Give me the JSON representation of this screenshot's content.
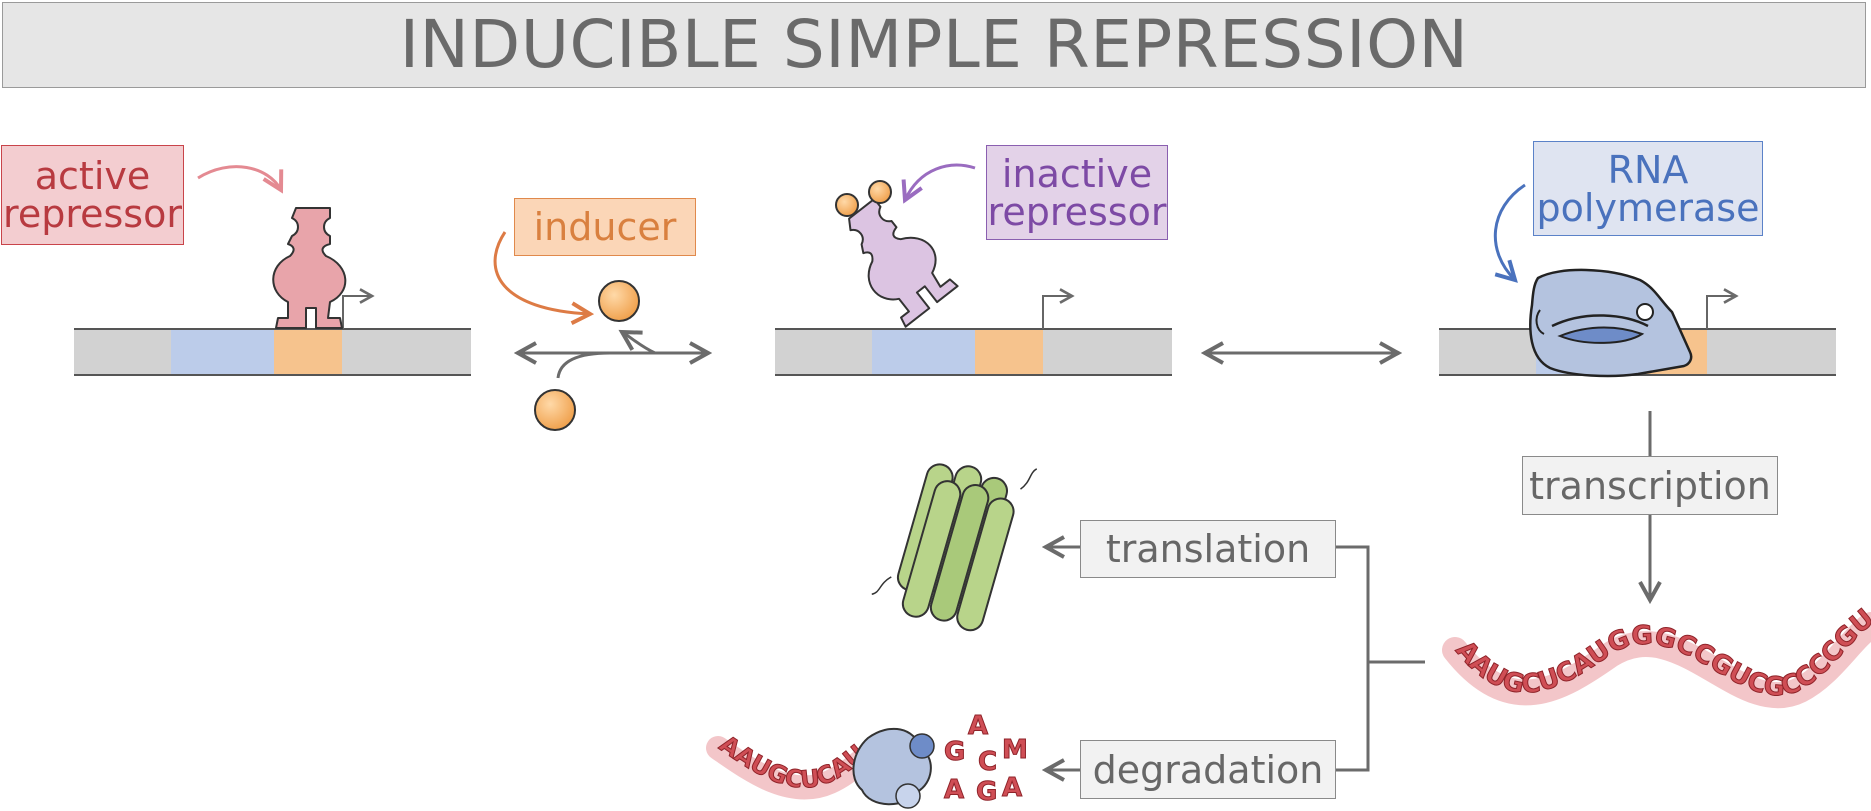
{
  "title": "INDUCIBLE SIMPLE REPRESSION",
  "labels": {
    "active_repressor": [
      "active",
      "repressor"
    ],
    "inducer": "inducer",
    "inactive_repressor": [
      "inactive",
      "repressor"
    ],
    "rna_polymerase": [
      "RNA",
      "polymerase"
    ]
  },
  "processes": {
    "transcription": "transcription",
    "translation": "translation",
    "degradation": "degradation"
  },
  "mrna_sequence": "AAUGCUCAUGGGCCGUCGCCCCGUAGGCAAAA",
  "degraded_fragment": "AAUGCUCAUGC",
  "free_nucleotides": [
    "G",
    "A",
    "C",
    "M",
    "A",
    "G",
    "A"
  ],
  "colors": {
    "repressor": "#e8a4aa",
    "repressor_dark": "#c9444a",
    "inducer": "#f5b26b",
    "inactive_repressor": "#dcc4e2",
    "rnap": "#b4c3df",
    "rnap_dark": "#6e8cc8",
    "operator_site": "#bcccea",
    "promoter_site": "#f6c38d",
    "dna_gray": "#d2d2d2",
    "protein": "#b8d48a",
    "rna": "#cf4e55",
    "arrow_gray": "#6b6b6b"
  },
  "icons": [
    "active-repressor-icon",
    "inducer-molecule-icon",
    "inactive-repressor-icon",
    "rna-polymerase-icon",
    "protein-bundle-icon",
    "mrna-strand-icon",
    "degradosome-icon"
  ]
}
